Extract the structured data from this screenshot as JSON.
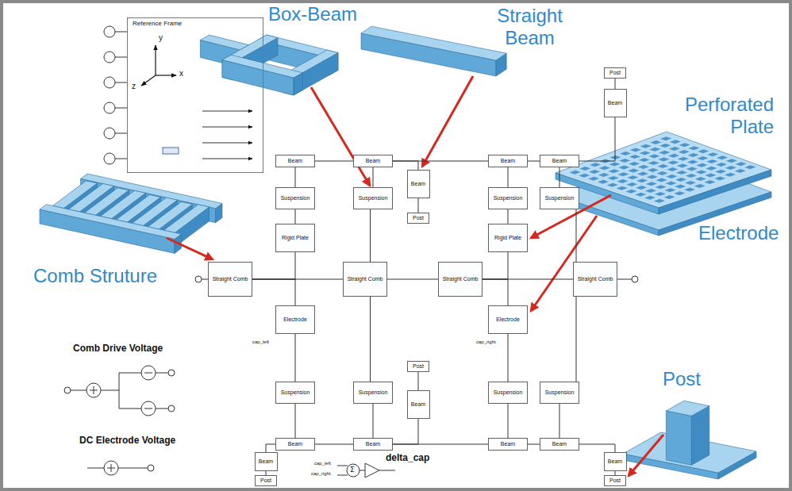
{
  "diagram": {
    "nodes": [
      {
        "text": [
          "Reference Frame"
        ]
      },
      {
        "text": [
          "Beam"
        ]
      },
      {
        "text": [
          "Beam"
        ]
      },
      {
        "text": [
          "Beam"
        ]
      },
      {
        "text": [
          "Beam"
        ]
      },
      {
        "text": [
          "Post"
        ]
      },
      {
        "text": [
          "Beam"
        ]
      },
      {
        "text": [
          "Beam"
        ]
      },
      {
        "text": [
          "Post"
        ]
      },
      {
        "text": [
          "Suspension"
        ]
      },
      {
        "text": [
          "Suspension"
        ]
      },
      {
        "text": [
          "Suspension"
        ]
      },
      {
        "text": [
          "Suspension"
        ]
      },
      {
        "text": [
          "Rigid Plate"
        ]
      },
      {
        "text": [
          "Rigid Plate"
        ]
      },
      {
        "text": [
          "Straight Comb"
        ]
      },
      {
        "text": [
          "Straight Comb"
        ]
      },
      {
        "text": [
          "Straight Comb"
        ]
      },
      {
        "text": [
          "Straight Comb"
        ]
      },
      {
        "text": [
          "Electrode"
        ]
      },
      {
        "text": [
          "Electrode"
        ]
      },
      {
        "text": [
          "Post"
        ]
      },
      {
        "text": [
          "Suspension"
        ]
      },
      {
        "text": [
          "Suspension"
        ]
      },
      {
        "text": [
          "Suspension"
        ]
      },
      {
        "text": [
          "Suspension"
        ]
      },
      {
        "text": [
          "Beam"
        ]
      },
      {
        "text": [
          "Beam"
        ]
      },
      {
        "text": [
          "Beam"
        ]
      },
      {
        "text": [
          "Beam"
        ]
      },
      {
        "text": [
          "Beam"
        ]
      },
      {
        "text": [
          "Beam"
        ]
      },
      {
        "text": [
          "Post"
        ]
      },
      {
        "text": [
          "Beam"
        ]
      },
      {
        "text": [
          "Post"
        ]
      }
    ],
    "edges": [
      {
        "from": 1,
        "to": 2,
        "arrow": "none"
      },
      {
        "from": 2,
        "to": 3,
        "arrow": "none"
      },
      {
        "from": 3,
        "to": 4,
        "arrow": "none"
      },
      {
        "from": 5,
        "to": 6,
        "arrow": "none"
      },
      {
        "from": 6,
        "to": 4,
        "arrow": "none"
      },
      {
        "from": 2,
        "to": 7,
        "arrow": "none"
      },
      {
        "from": 7,
        "to": 8,
        "arrow": "none"
      },
      {
        "from": 1,
        "to": 9,
        "arrow": "none"
      },
      {
        "from": 2,
        "to": 10,
        "arrow": "none"
      },
      {
        "from": 3,
        "to": 11,
        "arrow": "none"
      },
      {
        "from": 4,
        "to": 12,
        "arrow": "none"
      },
      {
        "from": 9,
        "to": 13,
        "arrow": "none"
      },
      {
        "from": 11,
        "to": 14,
        "arrow": "none"
      },
      {
        "from": 10,
        "to": 16,
        "arrow": "none"
      },
      {
        "from": 12,
        "to": 18,
        "arrow": "none"
      },
      {
        "from": 13,
        "to": 15,
        "arrow": "none"
      },
      {
        "from": 14,
        "to": 17,
        "arrow": "none"
      },
      {
        "from": 15,
        "to": 16,
        "arrow": "none"
      },
      {
        "from": 16,
        "to": 17,
        "arrow": "none"
      },
      {
        "from": 17,
        "to": 18,
        "arrow": "none"
      },
      {
        "from": 19,
        "to": 15,
        "arrow": "none"
      },
      {
        "from": 20,
        "to": 17,
        "arrow": "none"
      },
      {
        "from": 19,
        "to": 22,
        "arrow": "none"
      },
      {
        "from": 20,
        "to": 24,
        "arrow": "none"
      },
      {
        "from": 23,
        "to": 16,
        "arrow": "none"
      },
      {
        "from": 25,
        "to": 18,
        "arrow": "none"
      },
      {
        "from": 22,
        "to": 27,
        "arrow": "none"
      },
      {
        "from": 23,
        "to": 28,
        "arrow": "none"
      },
      {
        "from": 24,
        "to": 29,
        "arrow": "none"
      },
      {
        "from": 25,
        "to": 30,
        "arrow": "none"
      },
      {
        "from": 21,
        "to": 26,
        "arrow": "none"
      },
      {
        "from": 28,
        "to": 26,
        "arrow": "none"
      },
      {
        "from": 27,
        "to": 28,
        "arrow": "none"
      },
      {
        "from": 28,
        "to": 29,
        "arrow": "none"
      },
      {
        "from": 29,
        "to": 30,
        "arrow": "none"
      },
      {
        "from": 27,
        "to": 31,
        "arrow": "none"
      },
      {
        "from": 31,
        "to": 32,
        "arrow": "none"
      },
      {
        "from": 30,
        "to": 33,
        "arrow": "none"
      },
      {
        "from": 33,
        "to": 34,
        "arrow": "none"
      }
    ],
    "labels": [
      "Box-Beam",
      "Straight Beam",
      "Perforated Plate",
      "Electrode",
      "Comb Struture",
      "Post",
      "Comb Drive Voltage",
      "DC Electrode Voltage",
      "delta_cap",
      "cap_left",
      "cap_right",
      "cap_left",
      "cap_right",
      "Σ",
      "y",
      "x",
      "z"
    ]
  }
}
